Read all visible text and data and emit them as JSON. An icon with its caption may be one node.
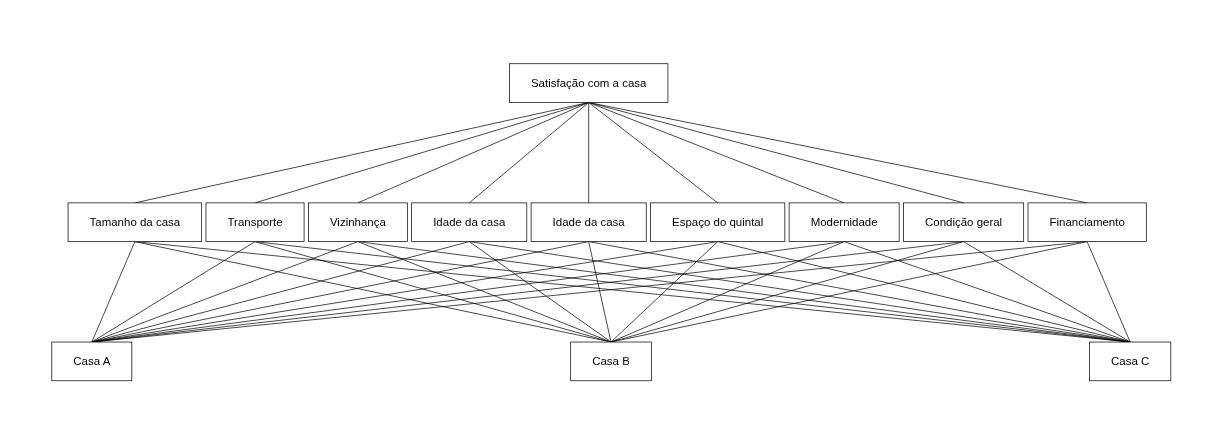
{
  "diagram": {
    "nodes": [
      {
        "text": [
          "Satisfação com a casa"
        ]
      },
      {
        "text": [
          "Tamanho da casa"
        ]
      },
      {
        "text": [
          "Transporte"
        ]
      },
      {
        "text": [
          "Vizinhança"
        ]
      },
      {
        "text": [
          "Idade da casa"
        ]
      },
      {
        "text": [
          "Idade da casa"
        ]
      },
      {
        "text": [
          "Espaço do quintal"
        ]
      },
      {
        "text": [
          "Modernidade"
        ]
      },
      {
        "text": [
          "Condição geral"
        ]
      },
      {
        "text": [
          "Financiamento"
        ]
      },
      {
        "text": [
          "Casa A"
        ]
      },
      {
        "text": [
          "Casa B"
        ]
      },
      {
        "text": [
          "Casa C"
        ]
      }
    ],
    "edges": [
      {
        "from": 0,
        "to": 1,
        "arrow": "none"
      },
      {
        "from": 0,
        "to": 2,
        "arrow": "none"
      },
      {
        "from": 0,
        "to": 3,
        "arrow": "none"
      },
      {
        "from": 0,
        "to": 4,
        "arrow": "none"
      },
      {
        "from": 0,
        "to": 5,
        "arrow": "none"
      },
      {
        "from": 0,
        "to": 6,
        "arrow": "none"
      },
      {
        "from": 0,
        "to": 7,
        "arrow": "none"
      },
      {
        "from": 0,
        "to": 8,
        "arrow": "none"
      },
      {
        "from": 0,
        "to": 9,
        "arrow": "none"
      },
      {
        "from": 1,
        "to": 10,
        "arrow": "none"
      },
      {
        "from": 1,
        "to": 11,
        "arrow": "none"
      },
      {
        "from": 1,
        "to": 12,
        "arrow": "none"
      },
      {
        "from": 2,
        "to": 10,
        "arrow": "none"
      },
      {
        "from": 2,
        "to": 11,
        "arrow": "none"
      },
      {
        "from": 2,
        "to": 12,
        "arrow": "none"
      },
      {
        "from": 3,
        "to": 10,
        "arrow": "none"
      },
      {
        "from": 3,
        "to": 11,
        "arrow": "none"
      },
      {
        "from": 3,
        "to": 12,
        "arrow": "none"
      },
      {
        "from": 4,
        "to": 10,
        "arrow": "none"
      },
      {
        "from": 4,
        "to": 11,
        "arrow": "none"
      },
      {
        "from": 4,
        "to": 12,
        "arrow": "none"
      },
      {
        "from": 5,
        "to": 10,
        "arrow": "none"
      },
      {
        "from": 5,
        "to": 11,
        "arrow": "none"
      },
      {
        "from": 5,
        "to": 12,
        "arrow": "none"
      },
      {
        "from": 6,
        "to": 10,
        "arrow": "none"
      },
      {
        "from": 6,
        "to": 11,
        "arrow": "none"
      },
      {
        "from": 6,
        "to": 12,
        "arrow": "none"
      },
      {
        "from": 7,
        "to": 10,
        "arrow": "none"
      },
      {
        "from": 7,
        "to": 11,
        "arrow": "none"
      },
      {
        "from": 7,
        "to": 12,
        "arrow": "none"
      },
      {
        "from": 8,
        "to": 10,
        "arrow": "none"
      },
      {
        "from": 8,
        "to": 11,
        "arrow": "none"
      },
      {
        "from": 8,
        "to": 12,
        "arrow": "none"
      },
      {
        "from": 9,
        "to": 10,
        "arrow": "none"
      },
      {
        "from": 9,
        "to": 11,
        "arrow": "none"
      },
      {
        "from": 9,
        "to": 12,
        "arrow": "none"
      }
    ]
  }
}
